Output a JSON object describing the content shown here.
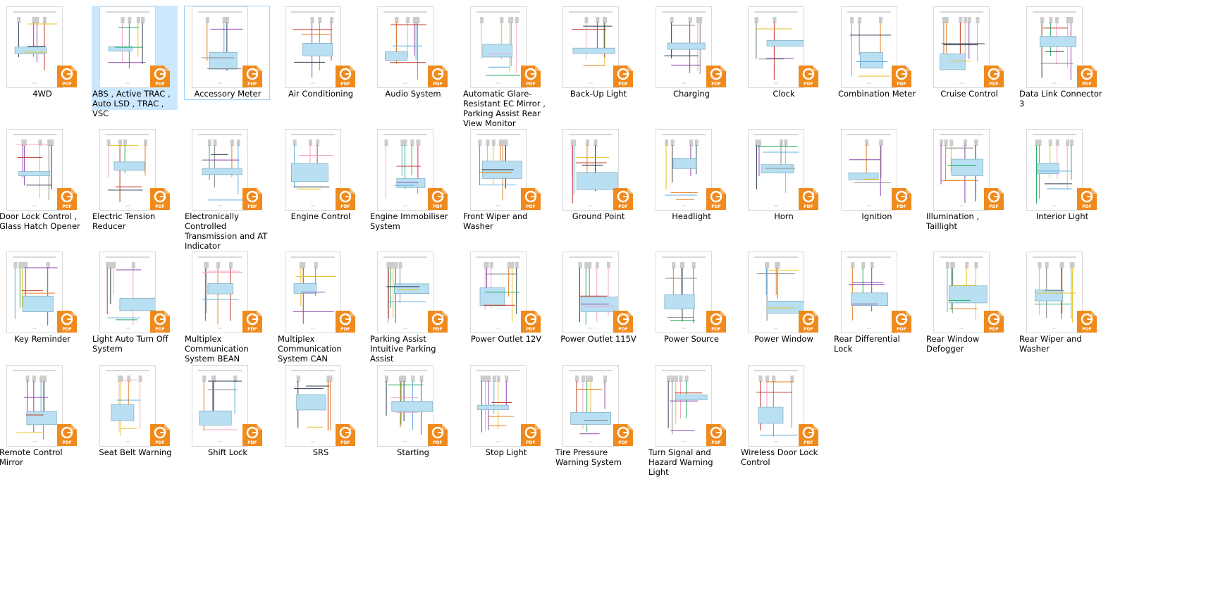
{
  "view": "large-icons",
  "file_type_badge": "PDF",
  "colors": {
    "badge": "#f08a1c",
    "selection": "#cce8ff",
    "selection_border": "#99d1ff"
  },
  "selected_index": 1,
  "focused_index": 2,
  "files": [
    {
      "name": "4WD"
    },
    {
      "name": "ABS , Active TRAC , Auto LSD , TRAC , VSC"
    },
    {
      "name": "Accessory Meter"
    },
    {
      "name": "Air Conditioning"
    },
    {
      "name": "Audio System"
    },
    {
      "name": "Automatic Glare-Resistant EC Mirror , Parking Assist Rear View Monitor"
    },
    {
      "name": "Back-Up Light"
    },
    {
      "name": "Charging"
    },
    {
      "name": "Clock"
    },
    {
      "name": "Combination Meter"
    },
    {
      "name": "Cruise Control"
    },
    {
      "name": "Data Link Connector 3"
    },
    {
      "name": "Door Lock Control , Glass Hatch Opener"
    },
    {
      "name": "Electric Tension Reducer"
    },
    {
      "name": "Electronically Controlled Transmission and AT Indicator"
    },
    {
      "name": "Engine Control"
    },
    {
      "name": "Engine Immobiliser System"
    },
    {
      "name": "Front Wiper and Washer"
    },
    {
      "name": "Ground Point"
    },
    {
      "name": "Headlight"
    },
    {
      "name": "Horn"
    },
    {
      "name": "Ignition"
    },
    {
      "name": "Illumination , Taillight"
    },
    {
      "name": "Interior Light"
    },
    {
      "name": "Key Reminder"
    },
    {
      "name": "Light Auto Turn Off System"
    },
    {
      "name": "Multiplex Communication System BEAN"
    },
    {
      "name": "Multiplex Communication System CAN"
    },
    {
      "name": "Parking Assist Intuitive Parking Assist"
    },
    {
      "name": "Power Outlet 12V"
    },
    {
      "name": "Power Outlet 115V"
    },
    {
      "name": "Power Source"
    },
    {
      "name": "Power Window"
    },
    {
      "name": "Rear Differential Lock"
    },
    {
      "name": "Rear Window Defogger"
    },
    {
      "name": "Rear Wiper and Washer"
    },
    {
      "name": "Remote Control Mirror"
    },
    {
      "name": "Seat Belt Warning"
    },
    {
      "name": "Shift Lock"
    },
    {
      "name": "SRS"
    },
    {
      "name": "Starting"
    },
    {
      "name": "Stop Light"
    },
    {
      "name": "Tire Pressure Warning System"
    },
    {
      "name": "Turn Signal and Hazard Warning Light"
    },
    {
      "name": "Wireless Door Lock Control"
    }
  ]
}
